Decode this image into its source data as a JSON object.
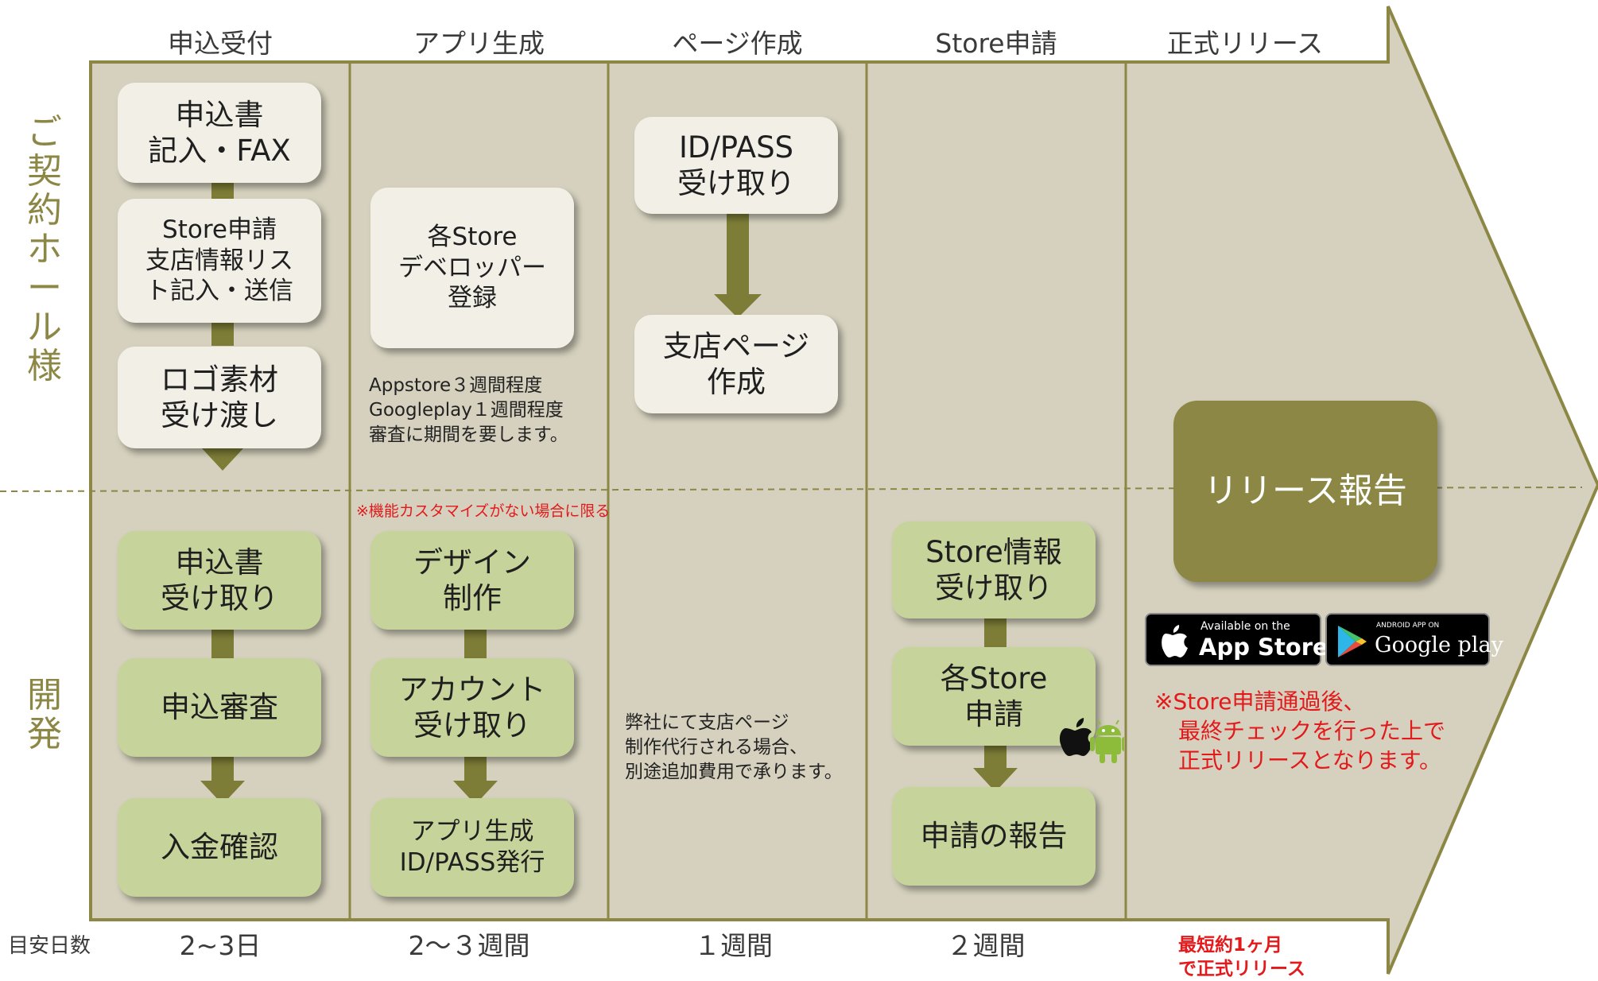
{
  "phases": [
    "申込受付",
    "アプリ生成",
    "ページ作成",
    "Store申請",
    "正式リリース"
  ],
  "rows": {
    "customer": [
      "ご",
      "契",
      "約",
      "ホ",
      "ー",
      "ル",
      "様"
    ],
    "dev": [
      "開",
      "発"
    ]
  },
  "customer_steps": {
    "col1": {
      "form": [
        "申込書",
        "記入・FAX"
      ],
      "store_info": [
        "Store申請",
        "支店情報リス",
        "ト記入・送信"
      ],
      "logo": [
        "ロゴ素材",
        "受け渡し"
      ]
    },
    "col2": {
      "developer": [
        "各Store",
        "デベロッパー",
        "登録"
      ],
      "note": [
        "Appstore３週間程度",
        "Googleplay１週間程度",
        "審査に期間を要します。"
      ]
    },
    "col3": {
      "idpass": [
        "ID/PASS",
        "受け取り"
      ],
      "branch_page": [
        "支店ページ",
        "作成"
      ]
    },
    "col5": {
      "release_report": "リリース報告"
    }
  },
  "dev_steps": {
    "col1": {
      "form_receive": [
        "申込書",
        "受け取り"
      ],
      "review": "申込審査",
      "payment": "入金確認"
    },
    "col2": {
      "custom_note": "※機能カスタマイズがない場合に限る",
      "design": [
        "デザイン",
        "制作"
      ],
      "account": [
        "アカウント",
        "受け取り"
      ],
      "app_gen": [
        "アプリ生成",
        "ID/PASS発行"
      ]
    },
    "col3": {
      "note": [
        "弊社にて支店ページ",
        "制作代行される場合、",
        "別途追加費用で承ります。"
      ]
    },
    "col4": {
      "store_receive": [
        "Store情報",
        "受け取り"
      ],
      "store_apply": [
        "各Store",
        "申請"
      ],
      "report": "申請の報告"
    },
    "col5": {
      "release_note": [
        "※Store申請通過後、",
        "最終チェックを行った上で",
        "正式リリースとなります。"
      ]
    }
  },
  "store_badges": {
    "appstore": {
      "small": "Available on the",
      "big": "App Store"
    },
    "googleplay": {
      "small": "ANDROID APP ON",
      "big": "Google play"
    }
  },
  "footer": {
    "label": "目安日数",
    "durations": [
      "2~3日",
      "2～３週間",
      "１週間",
      "２週間"
    ],
    "final": [
      "最短約1ヶ月",
      "で正式リリース"
    ]
  },
  "colors": {
    "olive": "#8d8745",
    "arrow_fill": "#d5d1be",
    "cream_box": "#f1efe6",
    "green_box": "#c6d49b",
    "connector": "#7d7d37",
    "red": "#e3191b"
  }
}
